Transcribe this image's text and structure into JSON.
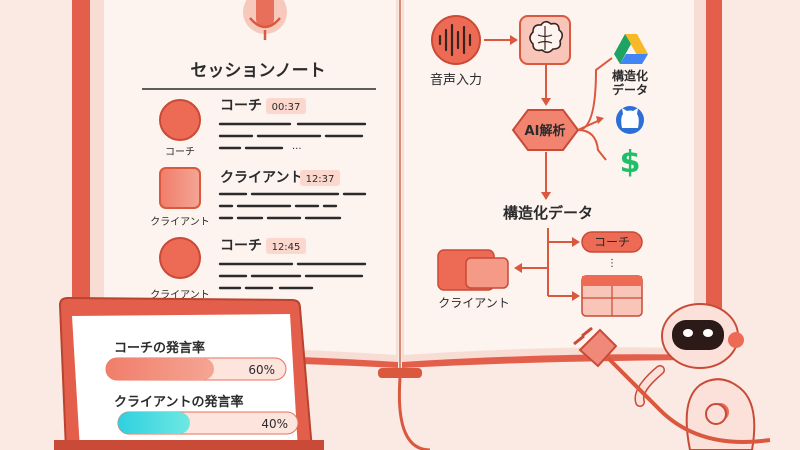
{
  "left_page": {
    "title": "セッションノート",
    "entries": [
      {
        "speaker": "コーチ",
        "time": "00:37",
        "avatar_label": "コーチ"
      },
      {
        "speaker": "クライアント",
        "time": "12:37",
        "avatar_label": "クライアント"
      },
      {
        "speaker": "コーチ",
        "time": "12:45",
        "avatar_label": "クライアント"
      }
    ],
    "ellipsis": "···"
  },
  "right_page": {
    "voice_label": "音声入力",
    "ai_label": "AI解析",
    "structured_label_small": "構造化\nデータ",
    "structured_label": "構造化データ",
    "coach_pill": "コーチ",
    "client_label": "クライアント"
  },
  "tablet": {
    "bars": [
      {
        "label": "コーチの発言率",
        "percent_text": "60%",
        "value": 0.6
      },
      {
        "label": "クライアントの発言率",
        "percent_text": "40%",
        "value": 0.4
      }
    ]
  },
  "icons": [
    "microphone-icon",
    "waveform-icon",
    "brain-icon",
    "google-drive-icon",
    "github-icon",
    "dollar-icon",
    "robot-icon",
    "plug-icon"
  ],
  "colors": {
    "accent": "#e8705a",
    "dark_accent": "#d9583e",
    "cyan": "#3fd6df",
    "page": "#fdf3ef"
  }
}
